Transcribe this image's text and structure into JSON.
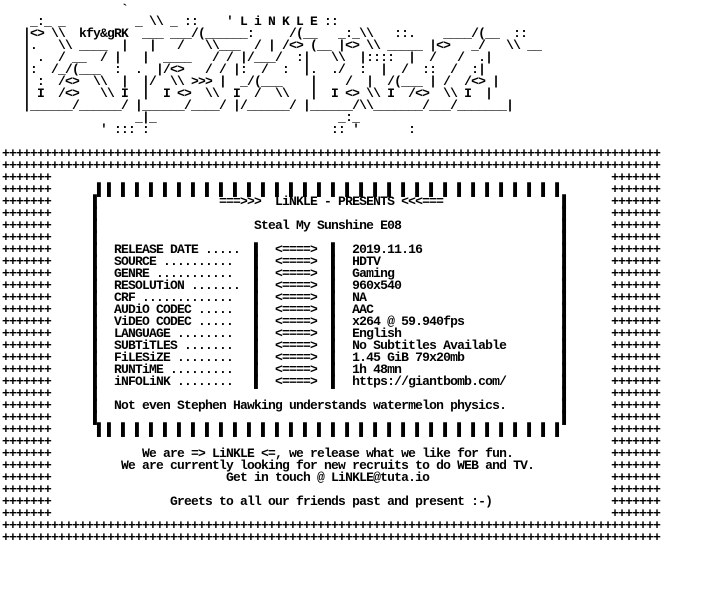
{
  "nfo": {
    "art_header": [
      "                 `",
      "    _:_ _          _ \\\\ _ ::    ' L i N K L E ::",
      "   |<> \\\\  kfy&gRK  ___ ___/(______:     /(__   _:_\\\\   ::.    ____/(__  ::",
      "   |.   \\\\ ____  |   |   /   \\\\___  / | /<> (__ |<> \\\\ _____ |<>   _/   \\\\ __",
      "   | .  / __  / |   |  ____   / / |/___/  :|   \\\\  |::::  |  /   /  .|",
      "   |:  /_/(___  :  .  |/<>   / / |:  /  :  |.  ./  :  |  /  ::  /  :|",
      "   | :  /<>  \\\\  |  |/  \\\\ >>> |  _/(___    |    /  |  /(___ | /  /<> |",
      "   | I  /<>   \\\\ I  |  I <>  \\\\  I  /  \\\\   |  I <> \\\\ I  /<>  \\\\ I  |",
      "   |______/______/ |______/____/ |/______/ |______/\\\\_______/___/_______|",
      "                   _|_                          _:_",
      "              ' ::: :                          :: '       :"
    ],
    "border_line": "++++++++++++++++++++++++++++++++++++++++++++++++++++++++++++++++++++++++++++++++++++++++++++++",
    "header": "===>>>  LiNKLE - PRESENTS <<<===",
    "release_title": "Steal My Sunshine E08",
    "arrow": "<====>",
    "fields": [
      {
        "label": "RELEASE DATE .....",
        "value": "2019.11.16"
      },
      {
        "label": "SOURCE ..........",
        "value": "HDTV"
      },
      {
        "label": "GENRE ...........",
        "value": "Gaming"
      },
      {
        "label": "RESOLUTiON .......",
        "value": "960x540"
      },
      {
        "label": "CRF .............",
        "value": "NA"
      },
      {
        "label": "AUDiO CODEC .....",
        "value": "AAC"
      },
      {
        "label": "ViDEO CODEC .....",
        "value": "x264 @ 59.940fps"
      },
      {
        "label": "LANGUAGE ........",
        "value": "English"
      },
      {
        "label": "SUBTiTLES .......",
        "value": "No Subtitles Available"
      },
      {
        "label": "FiLESiZE ........",
        "value": "1.45 GiB 79x20mb"
      },
      {
        "label": "RUNTiME .........",
        "value": "1h 48mn"
      },
      {
        "label": "iNFOLiNK ........",
        "value": "https://giantbomb.com/"
      }
    ],
    "quote": "Not even Stephen Hawking understands watermelon physics.",
    "footer": [
      "We are => LiNKLE <=, we release what we like for fun.",
      "We are currently looking for new recruits to do WEB and TV.",
      "Get in touch @ LiNKLE@tuta.io"
    ],
    "greetings": "Greets to all our friends past and present :-)"
  }
}
